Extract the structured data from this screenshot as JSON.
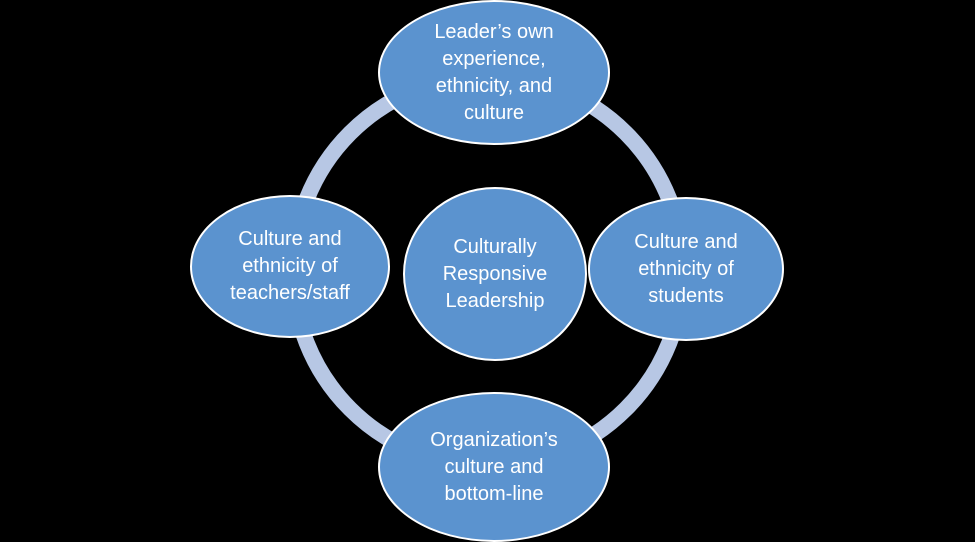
{
  "colors": {
    "background": "#000000",
    "node_fill": "#5b93cf",
    "node_border": "#ffffff",
    "ring": "#b7c7e4",
    "text": "#ffffff"
  },
  "center": {
    "label": "Culturally\nResponsive\nLeadership"
  },
  "nodes": {
    "top": {
      "label": "Leader’s own\nexperience,\nethnicity,  and\nculture"
    },
    "right": {
      "label": "Culture and\nethnicity of\nstudents"
    },
    "bottom": {
      "label": "Organization’s\nculture and\nbottom-line"
    },
    "left": {
      "label": "Culture and\nethnicity of\nteachers/staff"
    }
  }
}
